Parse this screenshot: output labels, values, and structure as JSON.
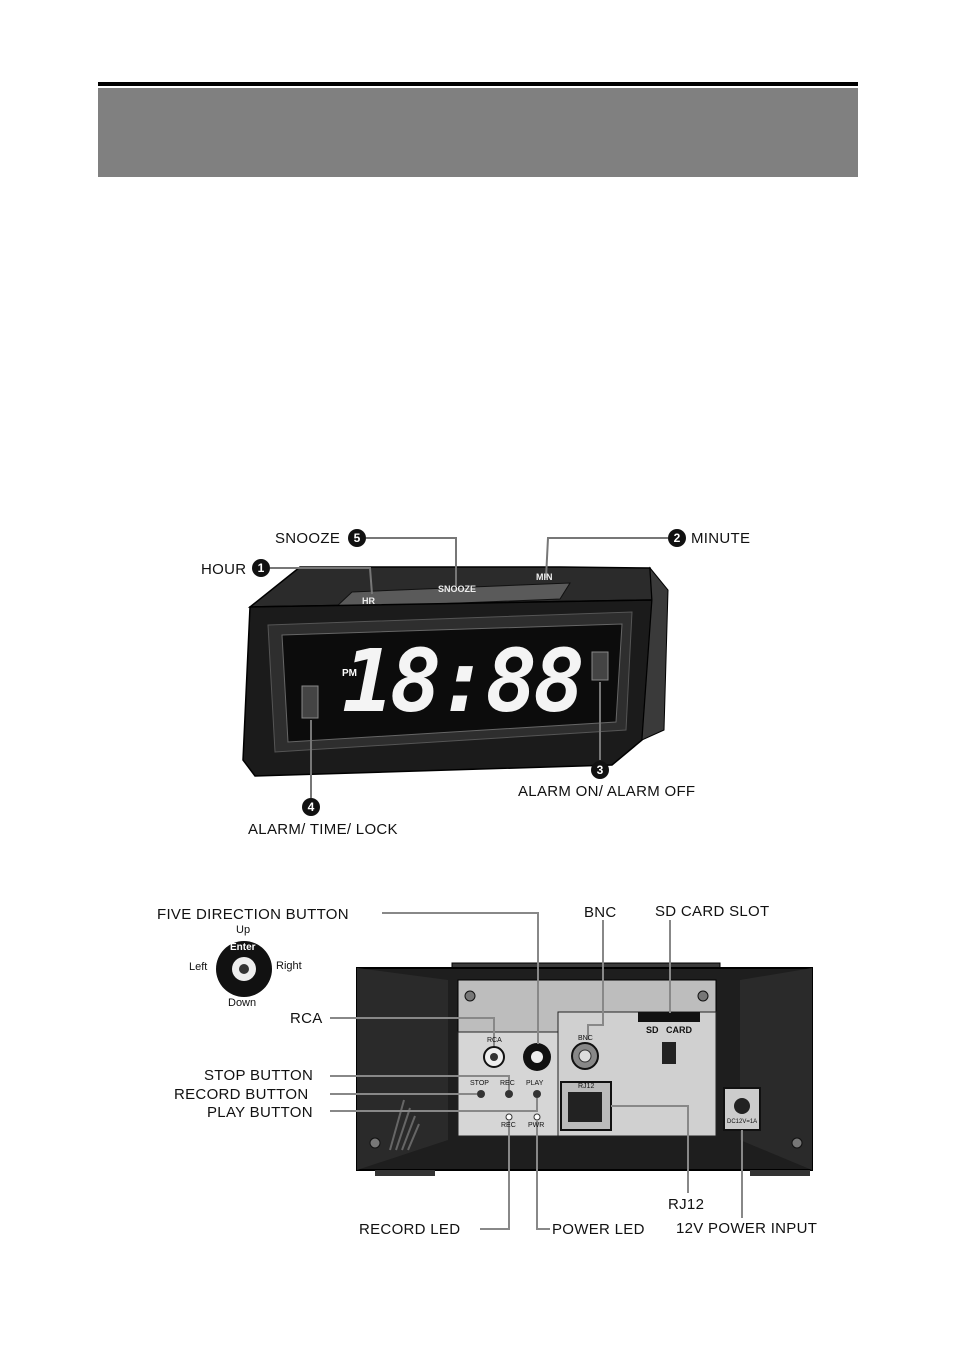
{
  "clock_front": {
    "display_time": "18:88",
    "pm_indicator": "PM",
    "top_buttons": {
      "hr": "HR",
      "snooze": "SNOOZE",
      "min": "MIN"
    },
    "callouts": [
      {
        "number": "1",
        "label": "HOUR"
      },
      {
        "number": "2",
        "label": "MINUTE"
      },
      {
        "number": "3",
        "label": "ALARM ON/ ALARM OFF"
      },
      {
        "number": "4",
        "label": "ALARM/ TIME/ LOCK"
      },
      {
        "number": "5",
        "label": "SNOOZE"
      }
    ]
  },
  "clock_back": {
    "five_direction": {
      "title": "FIVE DIRECTION BUTTON",
      "up": "Up",
      "down": "Down",
      "left": "Left",
      "right": "Right",
      "center": "Enter"
    },
    "panel_labels": {
      "rca": "RCA",
      "stop": "STOP",
      "rec": "REC",
      "play": "PLAY",
      "rec_led": "REC",
      "pwr_led": "PWR",
      "bnc": "BNC",
      "sd_card": "SD   CARD",
      "rj12": "RJ12",
      "dc": "DC12V=1A"
    },
    "callouts": {
      "five_direction": "FIVE DIRECTION BUTTON",
      "rca": "RCA",
      "stop_button": "STOP BUTTON",
      "record_button": "RECORD BUTTON",
      "play_button": "PLAY BUTTON",
      "record_led": "RECORD LED",
      "power_led": "POWER LED",
      "bnc": "BNC",
      "sd_card_slot": "SD CARD SLOT",
      "rj12": "RJ12",
      "power_input": "12V POWER INPUT"
    }
  }
}
